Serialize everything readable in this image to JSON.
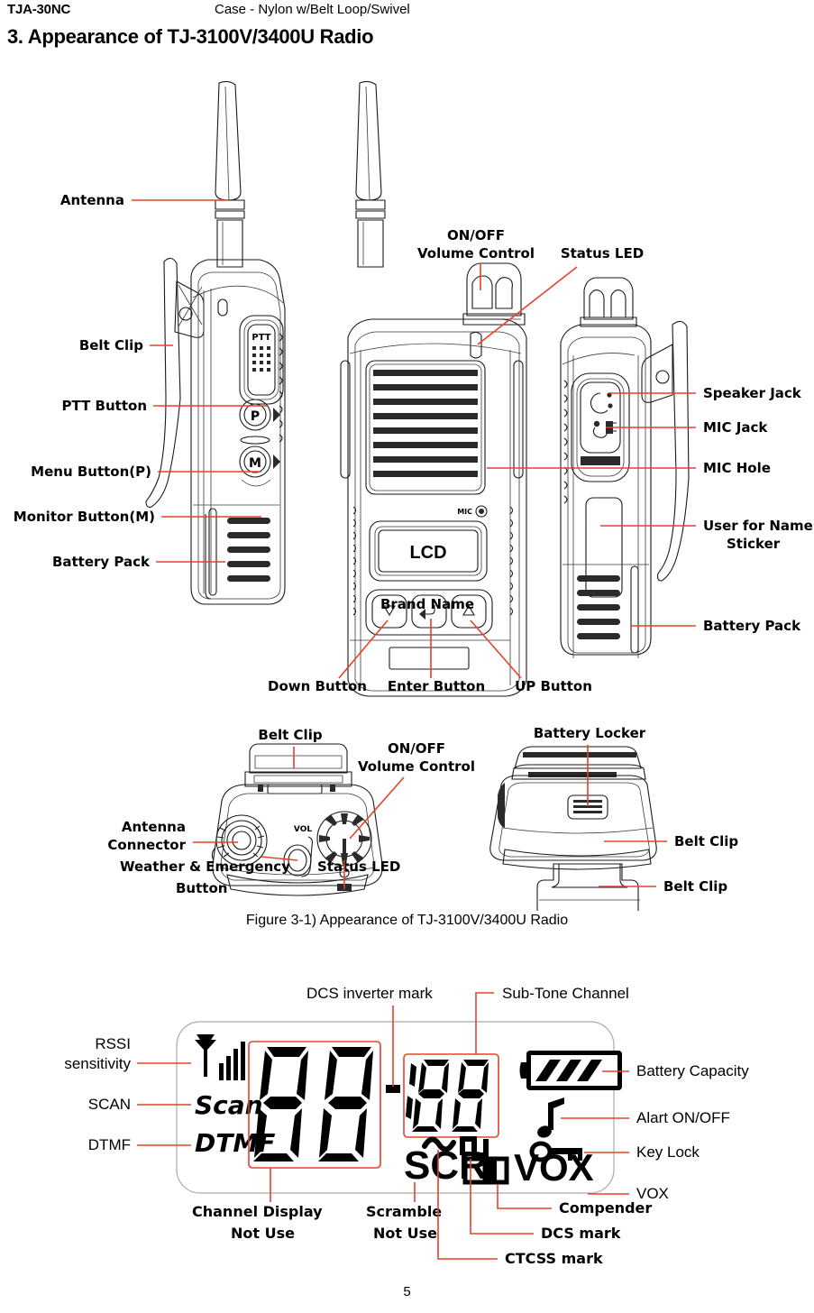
{
  "header": {
    "left_code": "TJA-30NC",
    "center_text": "Case - Nylon w/Belt Loop/Swivel"
  },
  "section": {
    "title": "3. Appearance of TJ-3100V/3400U Radio"
  },
  "figure1": {
    "caption": "Figure 3-1) Appearance of TJ-3100V/3400U Radio",
    "left_view_labels": [
      {
        "id": "antenna",
        "text": "Antenna"
      },
      {
        "id": "belt-clip",
        "text": "Belt Clip"
      },
      {
        "id": "ptt-button",
        "text": "PTT Button"
      },
      {
        "id": "menu-button",
        "text": "Menu Button(P)"
      },
      {
        "id": "monitor-button",
        "text": "Monitor Button(M)"
      },
      {
        "id": "battery-pack",
        "text": "Battery Pack"
      }
    ],
    "front_view_labels": [
      {
        "id": "onoff-volume-line1",
        "text": "ON/OFF"
      },
      {
        "id": "onoff-volume-line2",
        "text": "Volume Control"
      },
      {
        "id": "status-led",
        "text": "Status LED"
      },
      {
        "id": "lcd",
        "text": "LCD"
      },
      {
        "id": "mic",
        "text": "MIC"
      },
      {
        "id": "brand-name",
        "text": "Brand Name"
      },
      {
        "id": "down-button",
        "text": "Down Button"
      },
      {
        "id": "enter-button",
        "text": "Enter Button"
      },
      {
        "id": "up-button",
        "text": "UP Button"
      },
      {
        "id": "ptt-face",
        "text": "PTT"
      }
    ],
    "right_view_labels": [
      {
        "id": "speaker-jack",
        "text": "Speaker Jack"
      },
      {
        "id": "mic-jack",
        "text": "MIC Jack"
      },
      {
        "id": "mic-hole",
        "text": "MIC Hole"
      },
      {
        "id": "name-sticker-line1",
        "text": "User for Name"
      },
      {
        "id": "name-sticker-line2",
        "text": "Sticker"
      },
      {
        "id": "battery-pack-right",
        "text": "Battery Pack"
      }
    ],
    "top_view_labels": [
      {
        "id": "belt-clip-top",
        "text": "Belt Clip"
      },
      {
        "id": "onoff-volume-top-line1",
        "text": "ON/OFF"
      },
      {
        "id": "onoff-volume-top-line2",
        "text": "Volume Control"
      },
      {
        "id": "antenna-connector-line1",
        "text": "Antenna"
      },
      {
        "id": "antenna-connector-line2",
        "text": "Connector"
      },
      {
        "id": "vol-mark",
        "text": "VOL"
      },
      {
        "id": "weather-emergency-line1",
        "text": "Weather & Emergency"
      },
      {
        "id": "weather-emergency-line2",
        "text": "Button"
      },
      {
        "id": "status-led-top",
        "text": "Status LED"
      }
    ],
    "bottom_view_labels": [
      {
        "id": "battery-locker",
        "text": "Battery Locker"
      },
      {
        "id": "belt-clip-b1",
        "text": "Belt Clip"
      },
      {
        "id": "belt-clip-b2",
        "text": "Belt Clip"
      }
    ]
  },
  "figure2": {
    "lcd_glyphs": {
      "scan": "Scan",
      "dtmf": "DTMF",
      "main_digits": "88",
      "sub_digits": "188",
      "scr": "SCR",
      "vox": "VOX"
    },
    "labels_left": [
      {
        "id": "rssi-sensitivity-line1",
        "text": "RSSI"
      },
      {
        "id": "rssi-sensitivity-line2",
        "text": "sensitivity"
      },
      {
        "id": "scan",
        "text": "SCAN"
      },
      {
        "id": "dtmf",
        "text": "DTMF"
      }
    ],
    "labels_top": [
      {
        "id": "dcs-inverter-mark",
        "text": "DCS inverter mark"
      },
      {
        "id": "sub-tone-channel",
        "text": "Sub-Tone Channel"
      }
    ],
    "labels_right": [
      {
        "id": "battery-capacity",
        "text": "Battery Capacity"
      },
      {
        "id": "alert-onoff",
        "text": "Alart ON/OFF"
      },
      {
        "id": "key-lock",
        "text": "Key Lock"
      },
      {
        "id": "vox",
        "text": "VOX"
      }
    ],
    "labels_bottom": [
      {
        "id": "channel-display-line1",
        "text": "Channel Display"
      },
      {
        "id": "channel-display-line2",
        "text": "Not Use"
      },
      {
        "id": "scramble-line1",
        "text": "Scramble"
      },
      {
        "id": "scramble-line2",
        "text": "Not Use"
      },
      {
        "id": "compender",
        "text": "Compender"
      },
      {
        "id": "dcs-mark",
        "text": "DCS mark"
      },
      {
        "id": "ctcss-mark",
        "text": "CTCSS mark"
      }
    ]
  },
  "footer": {
    "page_number": "5"
  },
  "colors": {
    "leader_line": "#e8402a",
    "ink": "#1a1a1a",
    "lcd_border": "#aaaaaa"
  }
}
